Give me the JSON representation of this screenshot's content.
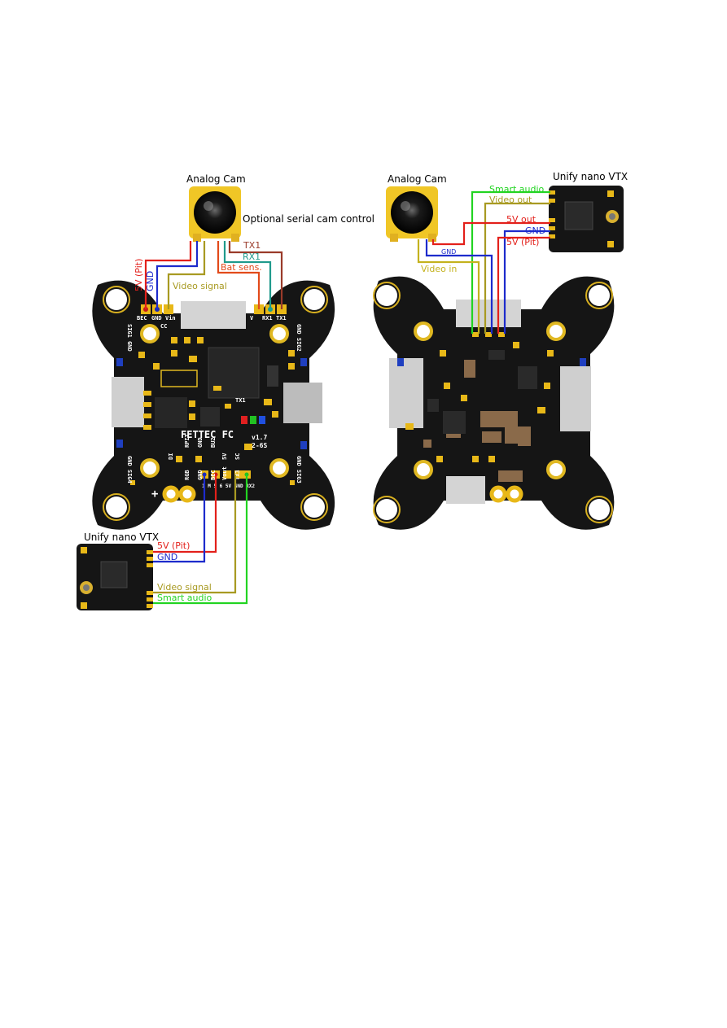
{
  "left": {
    "camera_label": "Analog Cam",
    "camera_note": "Optional serial cam control",
    "cam_wires": {
      "pit5v": "5V (Pit)",
      "gnd": "GND",
      "video": "Video signal",
      "tx1": "TX1",
      "rx1": "RX1",
      "bat": "Bat sens."
    },
    "pads_top": {
      "bec": "BEC",
      "gnd": "GND",
      "vin": "Vin",
      "cc": "CC",
      "v": "V",
      "rx1": "RX1",
      "tx1": "TX1"
    },
    "silk": {
      "brand": "FETTEC FC",
      "version": "v1.7",
      "cells": "2-6S",
      "tx1": "TX1",
      "sig1": "SIG1 GND",
      "sig2": "GND SIG2",
      "sig4": "GND SIG4",
      "sig3": "GND SIG3",
      "rpi": "RPIT",
      "gnd_a": "GND",
      "bu2": "BU2",
      "di": "DI",
      "rgb": "RGB",
      "gnd_b": "GND",
      "bec": "BEC",
      "vout": "Vout",
      "fv": "5V",
      "tx3": "TX3",
      "sc": "SC",
      "gnd_c": "GND",
      "rx2": "RX2",
      "row": "1 M 5 6 5V GND RX2"
    },
    "vtx_label": "Unify nano VTX",
    "vtx_wires": {
      "pit5v": "5V (Pit)",
      "gnd": "GND",
      "video": "Video signal",
      "audio": "Smart audio"
    }
  },
  "right": {
    "camera_label": "Analog Cam",
    "vtx_label": "Unify nano VTX",
    "wires": {
      "smart_audio": "Smart audio",
      "video_out": "Video out",
      "out5v": "5V out",
      "gnd": "GND",
      "pit5v": "5V (Pit)",
      "cam_gnd": "GND",
      "video_in": "Video in"
    }
  },
  "colors": {
    "pcb": "#141414",
    "pad_gold": "#f0c020",
    "red": "#e3201b",
    "blue": "#1d2bcc",
    "olive": "#a89a22",
    "teal": "#209a8c",
    "brown": "#9a3b2a",
    "orange": "#e24a1a",
    "green": "#22d422",
    "yellow_text": "#c4b21e"
  }
}
